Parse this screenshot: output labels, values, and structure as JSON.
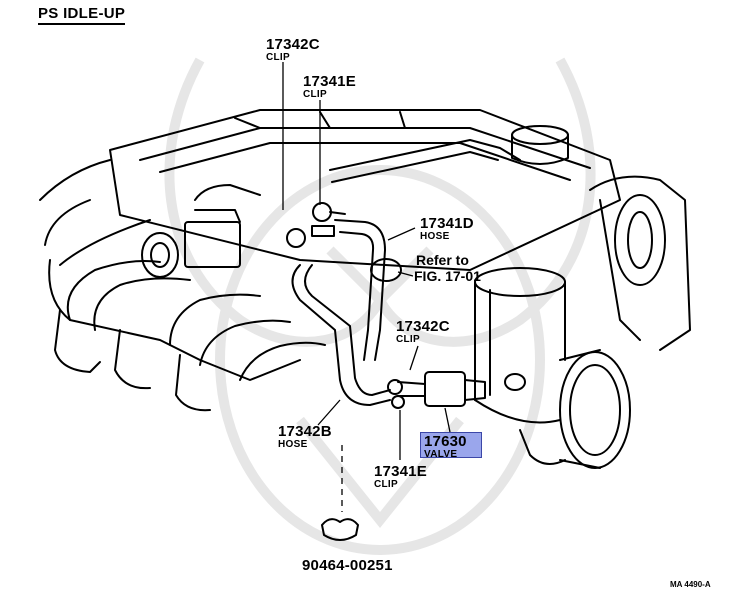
{
  "title": "PS IDLE-UP",
  "parts": [
    {
      "number": "17342C",
      "name": "CLIP"
    },
    {
      "number": "17341E",
      "name": "CLIP"
    },
    {
      "number": "17341D",
      "name": "HOSE"
    },
    {
      "number": "17342C",
      "name": "CLIP"
    },
    {
      "number": "17342B",
      "name": "HOSE"
    },
    {
      "number": "17630",
      "name": "VALVE"
    },
    {
      "number": "17341E",
      "name": "CLIP"
    },
    {
      "number": "90464-00251",
      "name": ""
    }
  ],
  "reference": {
    "line1": "Refer to",
    "line2": "FIG. 17-01"
  },
  "highlighted_part": "17630",
  "highlight_color": "#9aa6ec",
  "diagram_code": "MA 4490-A"
}
